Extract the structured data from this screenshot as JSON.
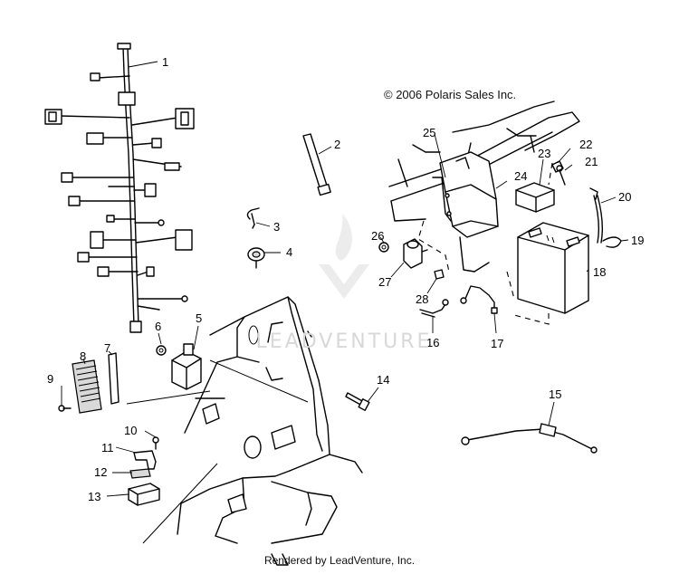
{
  "copyright": "© 2006 Polaris Sales Inc.",
  "footer": "Rendered by LeadVenture, Inc.",
  "watermark": "LEADVENTURE",
  "callouts": {
    "c1": "1",
    "c2": "2",
    "c3": "3",
    "c4": "4",
    "c5": "5",
    "c6": "6",
    "c7": "7",
    "c8": "8",
    "c9": "9",
    "c10": "10",
    "c11": "11",
    "c12": "12",
    "c13": "13",
    "c14": "14",
    "c15": "15",
    "c16": "16",
    "c17": "17",
    "c18": "18",
    "c19": "19",
    "c20": "20",
    "c21": "21",
    "c22": "22",
    "c23": "23",
    "c24": "24",
    "c25": "25",
    "c26": "26",
    "c27": "27",
    "c28": "28"
  }
}
